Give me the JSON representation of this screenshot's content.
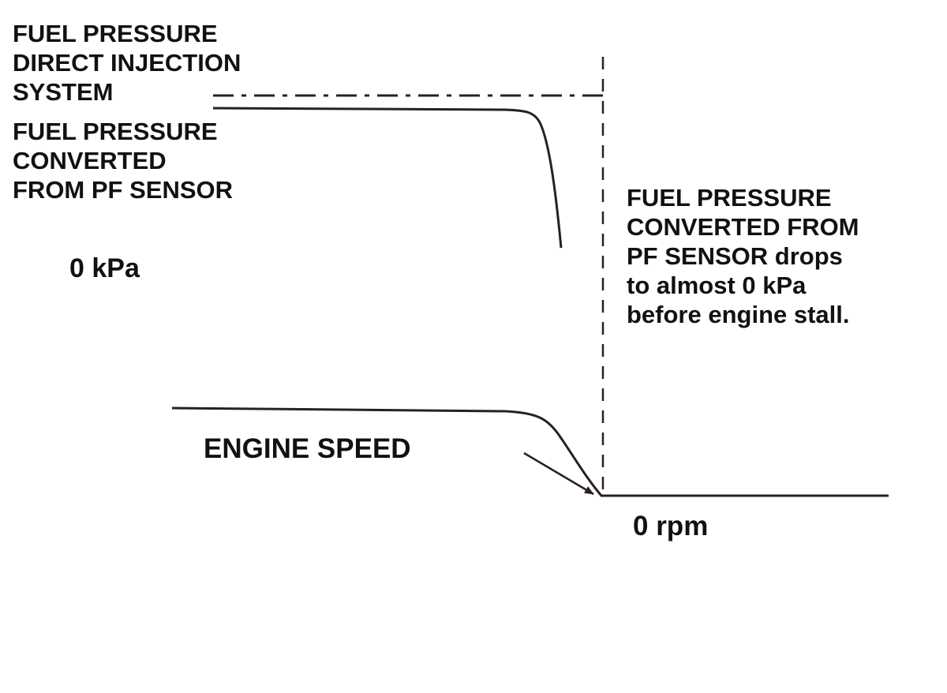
{
  "labels": {
    "fuel_pressure_di": [
      "FUEL PRESSURE",
      "DIRECT INJECTION",
      "SYSTEM"
    ],
    "fuel_pressure_pf": [
      "FUEL PRESSURE",
      "CONVERTED",
      "FROM PF SENSOR"
    ],
    "zero_kpa": "0 kPa",
    "note": [
      "FUEL PRESSURE",
      "CONVERTED FROM",
      "PF SENSOR drops",
      "to almost 0 kPa",
      "before engine stall."
    ],
    "engine_speed": "ENGINE SPEED",
    "zero_rpm": "0 rpm"
  },
  "colors": {
    "line": "#2a2020",
    "text": "#111111",
    "background": "#ffffff"
  }
}
